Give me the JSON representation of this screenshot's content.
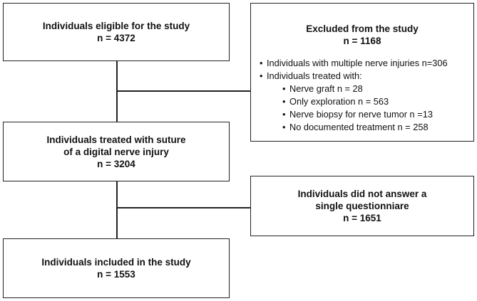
{
  "eligible": {
    "title": "Individuals eligible for the study",
    "count": "n = 4372"
  },
  "excluded": {
    "title": "Excluded from the study",
    "count": "n = 1168",
    "items": [
      "Individuals with multiple nerve injuries n=306",
      "Individuals treated with:"
    ],
    "subitems": [
      "Nerve graft n = 28",
      "Only exploration n = 563",
      "Nerve biopsy for nerve tumor n =13",
      "No documented treatment n = 258"
    ]
  },
  "treated": {
    "line1": "Individuals treated with suture",
    "line2": "of a digital nerve injury",
    "count": "n = 3204"
  },
  "no_answer": {
    "line1": "Individuals did not answer a",
    "line2": "single questionniare",
    "count": "n = 1651"
  },
  "included": {
    "title": "Individuals included in the study",
    "count": "n = 1553"
  },
  "colors": {
    "border": "#222222",
    "background": "#ffffff"
  }
}
